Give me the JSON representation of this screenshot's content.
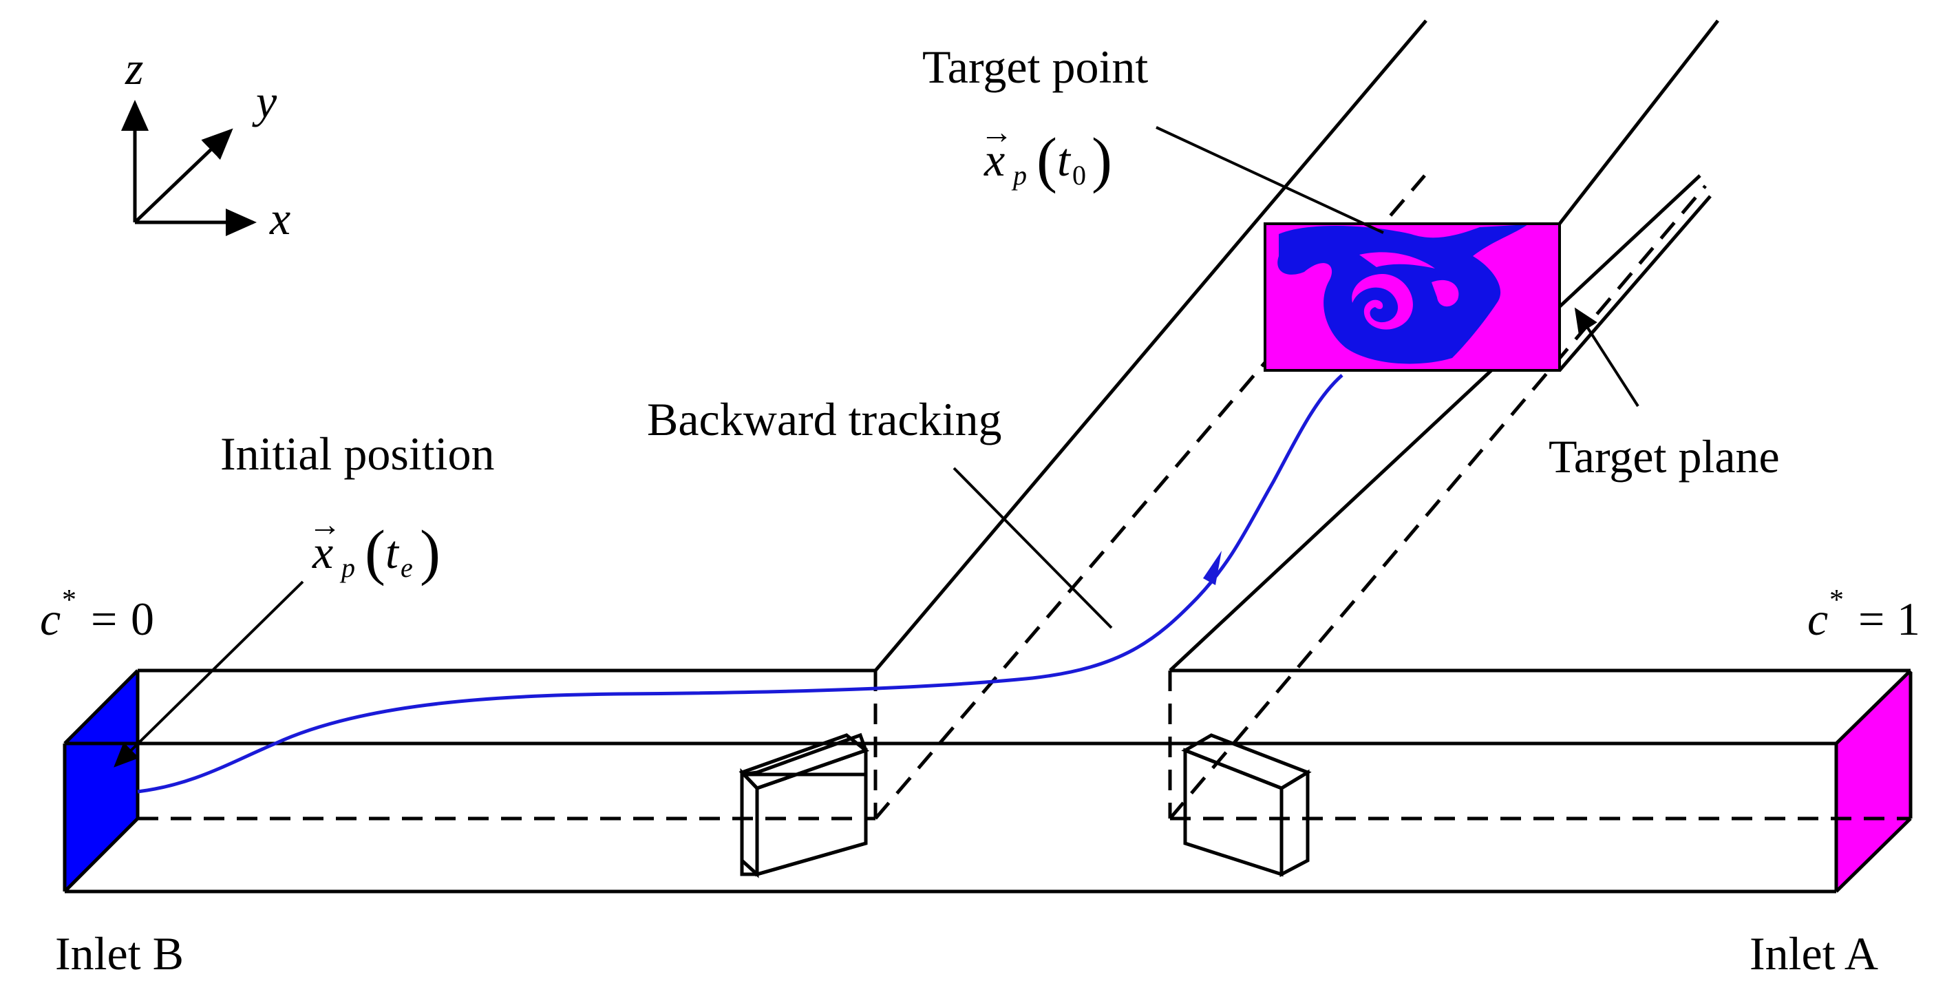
{
  "axes": {
    "z": "z",
    "y": "y",
    "x": "x"
  },
  "labels": {
    "target_point": "Target point",
    "target_point_symbol": {
      "vector": "x",
      "subscript": "p",
      "argument": "t",
      "argument_subscript": "0"
    },
    "backward_tracking": "Backward tracking",
    "initial_position": "Initial position",
    "initial_position_symbol": {
      "vector": "x",
      "subscript": "p",
      "argument": "t",
      "argument_subscript": "e"
    },
    "target_plane": "Target plane",
    "concentration_b": {
      "symbol": "c",
      "superscript": "*",
      "relation": "=",
      "value": "0"
    },
    "concentration_a": {
      "symbol": "c",
      "superscript": "*",
      "relation": "=",
      "value": "1"
    },
    "inlet_b": "Inlet B",
    "inlet_a": "Inlet A"
  },
  "colors": {
    "inlet_b_fill": "#0000ff",
    "inlet_a_fill": "#ff00ff",
    "trajectory": "#1a1ad8",
    "plane_background": "#ff00ff",
    "plane_pattern": "#1010e6",
    "lines": "#000000"
  }
}
